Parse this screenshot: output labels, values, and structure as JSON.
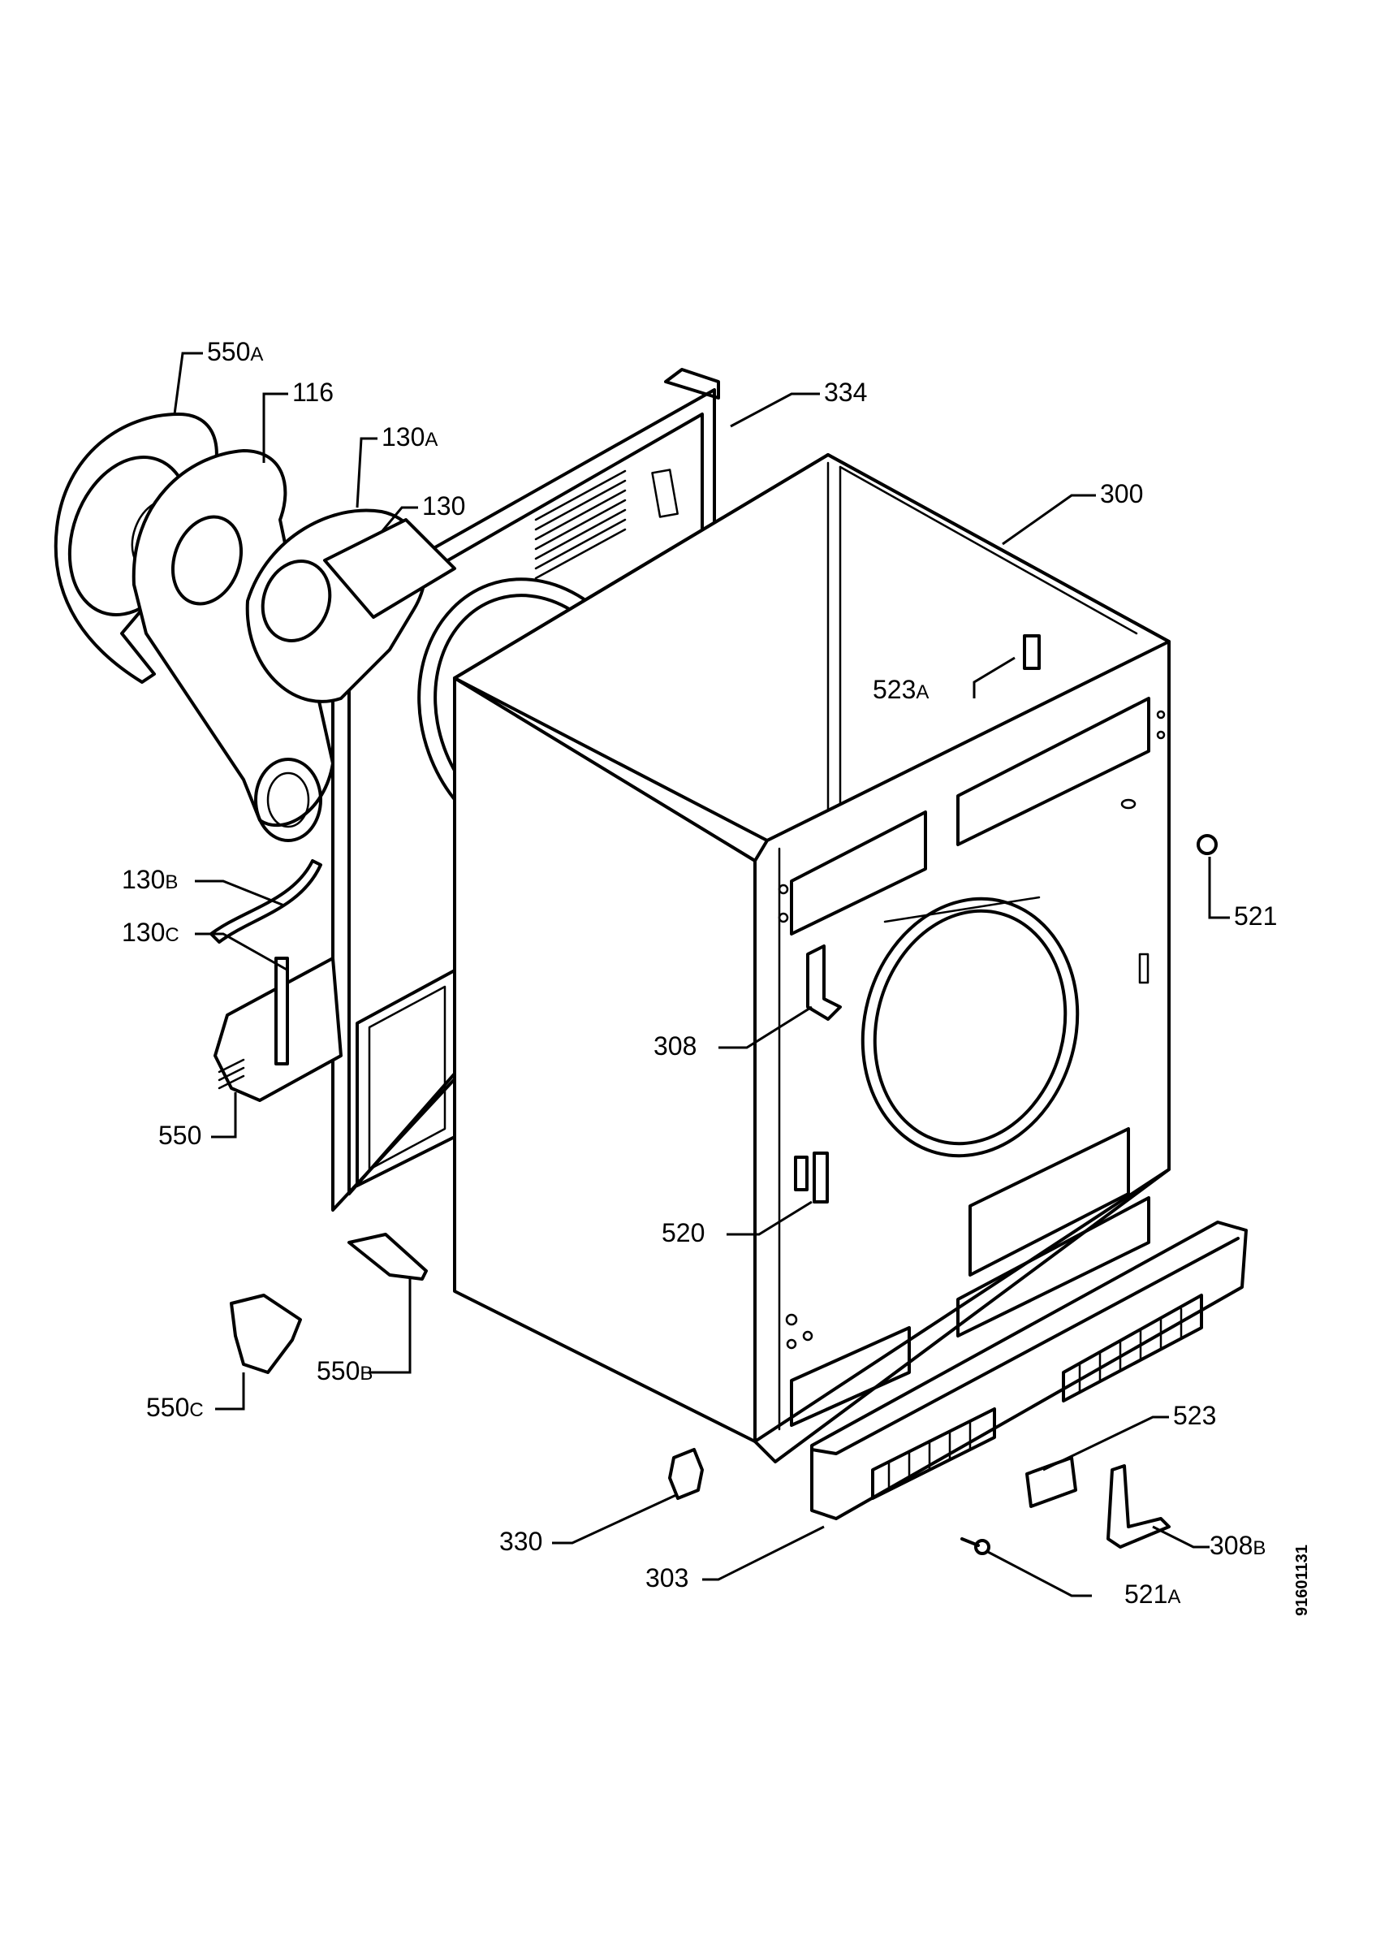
{
  "document_number": "91601131",
  "callouts": [
    {
      "id": "c550a",
      "num": "550",
      "suffix": "A"
    },
    {
      "id": "c116",
      "num": "116",
      "suffix": ""
    },
    {
      "id": "c130a",
      "num": "130",
      "suffix": "A"
    },
    {
      "id": "c130",
      "num": "130",
      "suffix": ""
    },
    {
      "id": "c334",
      "num": "334",
      "suffix": ""
    },
    {
      "id": "c300",
      "num": "300",
      "suffix": ""
    },
    {
      "id": "c523a",
      "num": "523",
      "suffix": "A"
    },
    {
      "id": "c521",
      "num": "521",
      "suffix": ""
    },
    {
      "id": "c130b",
      "num": "130",
      "suffix": "B"
    },
    {
      "id": "c130c",
      "num": "130",
      "suffix": "C"
    },
    {
      "id": "c308",
      "num": "308",
      "suffix": ""
    },
    {
      "id": "c550",
      "num": "550",
      "suffix": ""
    },
    {
      "id": "c520",
      "num": "520",
      "suffix": ""
    },
    {
      "id": "c550b",
      "num": "550",
      "suffix": "B"
    },
    {
      "id": "c550c",
      "num": "550",
      "suffix": "C"
    },
    {
      "id": "c523",
      "num": "523",
      "suffix": ""
    },
    {
      "id": "c330",
      "num": "330",
      "suffix": ""
    },
    {
      "id": "c308b",
      "num": "308",
      "suffix": "B"
    },
    {
      "id": "c303",
      "num": "303",
      "suffix": ""
    },
    {
      "id": "c521a",
      "num": "521",
      "suffix": "A"
    }
  ]
}
